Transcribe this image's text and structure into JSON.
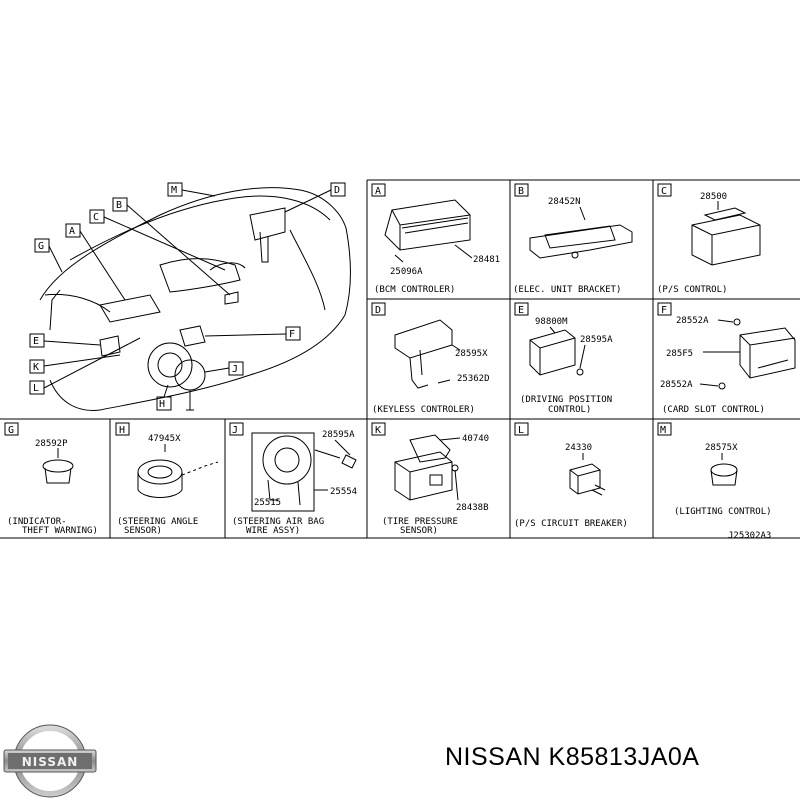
{
  "diagram": {
    "code": "J25302A3",
    "overview_callouts": [
      "M",
      "D",
      "B",
      "C",
      "A",
      "G",
      "E",
      "K",
      "L",
      "F",
      "J",
      "H"
    ],
    "cells": [
      {
        "letter": "A",
        "parts": [
          "28481",
          "25096A"
        ],
        "caption": [
          "(BCM CONTROLER)"
        ]
      },
      {
        "letter": "B",
        "parts": [
          "28452N"
        ],
        "caption": [
          "(ELEC. UNIT BRACKET)"
        ]
      },
      {
        "letter": "C",
        "parts": [
          "28500"
        ],
        "caption": [
          "(P/S CONTROL)"
        ]
      },
      {
        "letter": "D",
        "parts": [
          "28595X",
          "25362D"
        ],
        "caption": [
          "(KEYLESS CONTROLER)"
        ]
      },
      {
        "letter": "E",
        "parts": [
          "98800M",
          "28595A"
        ],
        "caption": [
          "(DRIVING POSITION",
          "CONTROL)"
        ]
      },
      {
        "letter": "F",
        "parts": [
          "28552A",
          "285F5",
          "28552A"
        ],
        "caption": [
          "(CARD SLOT CONTROL)"
        ]
      },
      {
        "letter": "G",
        "parts": [
          "28592P"
        ],
        "caption": [
          "(INDICATOR-",
          "THEFT WARNING)"
        ]
      },
      {
        "letter": "H",
        "parts": [
          "47945X"
        ],
        "caption": [
          "(STEERING ANGLE",
          "SENSOR)"
        ]
      },
      {
        "letter": "J",
        "parts": [
          "28595A",
          "25515",
          "25554"
        ],
        "caption": [
          "(STEERING AIR BAG",
          "WIRE ASSY)"
        ]
      },
      {
        "letter": "K",
        "parts": [
          "40740",
          "28438B"
        ],
        "caption": [
          "(TIRE PRESSURE",
          "SENSOR)"
        ]
      },
      {
        "letter": "L",
        "parts": [
          "24330"
        ],
        "caption": [
          "(P/S CIRCUIT BREAKER)"
        ]
      },
      {
        "letter": "M",
        "parts": [
          "28575X"
        ],
        "caption": [
          "(LIGHTING CONTROL)"
        ]
      }
    ]
  },
  "footer": {
    "logo_text": "NISSAN",
    "part_number": "NISSAN K85813JA0A"
  }
}
